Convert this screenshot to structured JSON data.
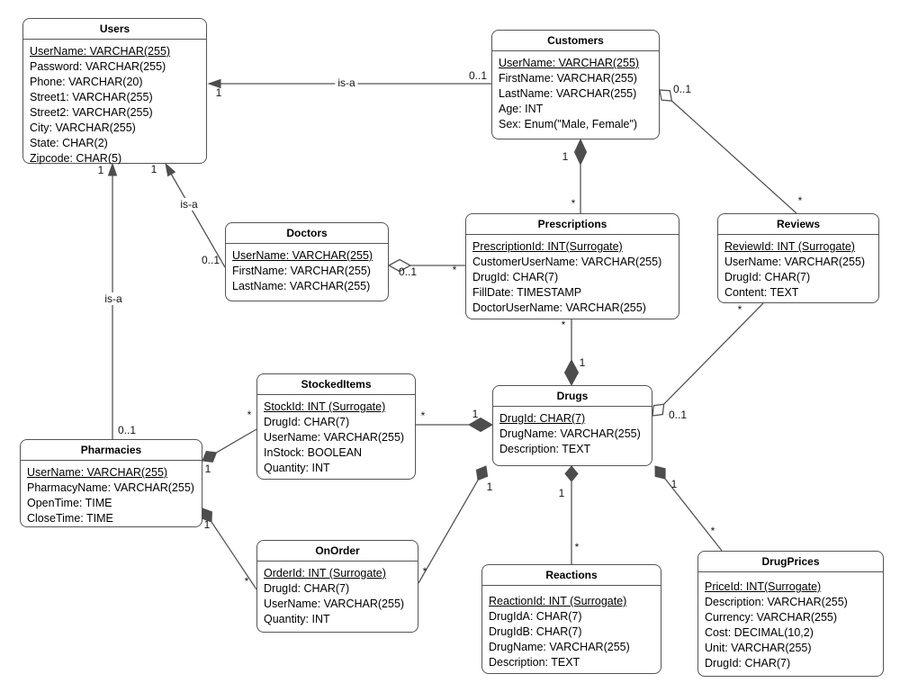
{
  "diagram": {
    "background_color": "#ffffff",
    "line_color": "#545454",
    "marker_fill_color": "#4d4d4d",
    "text_color": "#000000"
  },
  "entities": {
    "users": {
      "title": "Users",
      "attributes": [
        {
          "text": "UserName: VARCHAR(255)",
          "pk": true
        },
        {
          "text": "Password: VARCHAR(255)",
          "pk": false
        },
        {
          "text": "Phone: VARCHAR(20)",
          "pk": false
        },
        {
          "text": "Street1: VARCHAR(255)",
          "pk": false
        },
        {
          "text": "Street2: VARCHAR(255)",
          "pk": false
        },
        {
          "text": "City: VARCHAR(255)",
          "pk": false
        },
        {
          "text": "State: CHAR(2)",
          "pk": false
        },
        {
          "text": "Zipcode: CHAR(5)",
          "pk": false
        }
      ]
    },
    "customers": {
      "title": "Customers",
      "attributes": [
        {
          "text": "UserName: VARCHAR(255)",
          "pk": true
        },
        {
          "text": "FirstName: VARCHAR(255)",
          "pk": false
        },
        {
          "text": "LastName: VARCHAR(255)",
          "pk": false
        },
        {
          "text": "Age: INT",
          "pk": false
        },
        {
          "text": "Sex: Enum(\"Male, Female\")",
          "pk": false
        }
      ]
    },
    "doctors": {
      "title": "Doctors",
      "attributes": [
        {
          "text": "UserName: VARCHAR(255)",
          "pk": true
        },
        {
          "text": "FirstName: VARCHAR(255)",
          "pk": false
        },
        {
          "text": "LastName: VARCHAR(255)",
          "pk": false
        }
      ]
    },
    "prescriptions": {
      "title": "Prescriptions",
      "attributes": [
        {
          "text": "PrescriptionId: INT(Surrogate)",
          "pk": true
        },
        {
          "text": "CustomerUserName: VARCHAR(255)",
          "pk": false
        },
        {
          "text": "DrugId: CHAR(7)",
          "pk": false
        },
        {
          "text": "FillDate: TIMESTAMP",
          "pk": false
        },
        {
          "text": "DoctorUserName: VARCHAR(255)",
          "pk": false
        }
      ]
    },
    "reviews": {
      "title": "Reviews",
      "attributes": [
        {
          "text": "ReviewId: INT (Surrogate)",
          "pk": true
        },
        {
          "text": "UserName: VARCHAR(255)",
          "pk": false
        },
        {
          "text": "DrugId: CHAR(7)",
          "pk": false
        },
        {
          "text": "Content: TEXT",
          "pk": false
        }
      ]
    },
    "stockeditems": {
      "title": "StockedItems",
      "attributes": [
        {
          "text": "StockId: INT (Surrogate)",
          "pk": true
        },
        {
          "text": "DrugId: CHAR(7)",
          "pk": false
        },
        {
          "text": "UserName: VARCHAR(255)",
          "pk": false
        },
        {
          "text": "InStock: BOOLEAN",
          "pk": false
        },
        {
          "text": "Quantity: INT",
          "pk": false
        }
      ]
    },
    "drugs": {
      "title": "Drugs",
      "attributes": [
        {
          "text": "DrugId: CHAR(7)",
          "pk": true
        },
        {
          "text": "DrugName: VARCHAR(255)",
          "pk": false
        },
        {
          "text": "Description: TEXT",
          "pk": false
        }
      ]
    },
    "pharmacies": {
      "title": "Pharmacies",
      "attributes": [
        {
          "text": "UserName: VARCHAR(255)",
          "pk": true
        },
        {
          "text": "PharmacyName: VARCHAR(255)",
          "pk": false
        },
        {
          "text": "OpenTime: TIME",
          "pk": false
        },
        {
          "text": "CloseTime: TIME",
          "pk": false
        }
      ]
    },
    "onorder": {
      "title": "OnOrder",
      "attributes": [
        {
          "text": "OrderId: INT (Surrogate)",
          "pk": true
        },
        {
          "text": "DrugId: CHAR(7)",
          "pk": false
        },
        {
          "text": "UserName: VARCHAR(255)",
          "pk": false
        },
        {
          "text": "Quantity: INT",
          "pk": false
        }
      ]
    },
    "reactions": {
      "title": "Reactions",
      "attributes": [
        {
          "text": "ReactionId: INT (Surrogate)",
          "pk": true
        },
        {
          "text": "DrugIdA: CHAR(7)",
          "pk": false
        },
        {
          "text": "DrugIdB: CHAR(7)",
          "pk": false
        },
        {
          "text": "DrugName: VARCHAR(255)",
          "pk": false
        },
        {
          "text": "Description: TEXT",
          "pk": false
        }
      ]
    },
    "drugprices": {
      "title": "DrugPrices",
      "attributes": [
        {
          "text": "PriceId: INT(Surrogate)",
          "pk": true
        },
        {
          "text": "Description: VARCHAR(255)",
          "pk": false
        },
        {
          "text": "Currency: VARCHAR(255)",
          "pk": false
        },
        {
          "text": "Cost: DECIMAL(10,2)",
          "pk": false
        },
        {
          "text": "Unit: VARCHAR(255)",
          "pk": false
        },
        {
          "text": "DrugId: CHAR(7)",
          "pk": false
        }
      ]
    }
  },
  "connectors": [
    {
      "id": "customers-users",
      "type": "is-a generalization",
      "labels": {
        "target": "1",
        "middle": "is-a",
        "source": "0..1"
      }
    },
    {
      "id": "doctors-users",
      "type": "is-a generalization",
      "labels": {
        "target": "1",
        "middle": "is-a",
        "source": "0..1"
      }
    },
    {
      "id": "pharmacies-users",
      "type": "is-a generalization",
      "labels": {
        "target": "1",
        "middle": "is-a",
        "source": "0..1"
      }
    },
    {
      "id": "customers-prescriptions",
      "type": "composition",
      "labels": {
        "source": "1",
        "target": "*"
      }
    },
    {
      "id": "doctors-prescriptions",
      "type": "aggregation",
      "labels": {
        "source": "0..1",
        "target": "*"
      }
    },
    {
      "id": "prescriptions-drugs",
      "type": "composition",
      "labels": {
        "source": "*",
        "target": "1"
      }
    },
    {
      "id": "customers-reviews",
      "type": "aggregation",
      "labels": {
        "source": "0..1",
        "target": "*"
      }
    },
    {
      "id": "reviews-drugs",
      "type": "aggregation",
      "labels": {
        "source": "*",
        "target": "0..1"
      }
    },
    {
      "id": "stockeditems-drugs",
      "type": "composition",
      "labels": {
        "source": "*",
        "target": "1"
      }
    },
    {
      "id": "pharmacies-stockeditems",
      "type": "composition",
      "labels": {
        "source": "1",
        "target": "*"
      }
    },
    {
      "id": "pharmacies-onorder",
      "type": "composition",
      "labels": {
        "source": "1",
        "target": "*"
      }
    },
    {
      "id": "drugs-onorder",
      "type": "composition",
      "labels": {
        "source": "1",
        "target": "*"
      }
    },
    {
      "id": "drugs-reactions",
      "type": "composition",
      "labels": {
        "source": "1",
        "target": "*"
      }
    },
    {
      "id": "drugs-drugprices",
      "type": "composition",
      "labels": {
        "source": "1",
        "target": "*"
      }
    }
  ]
}
